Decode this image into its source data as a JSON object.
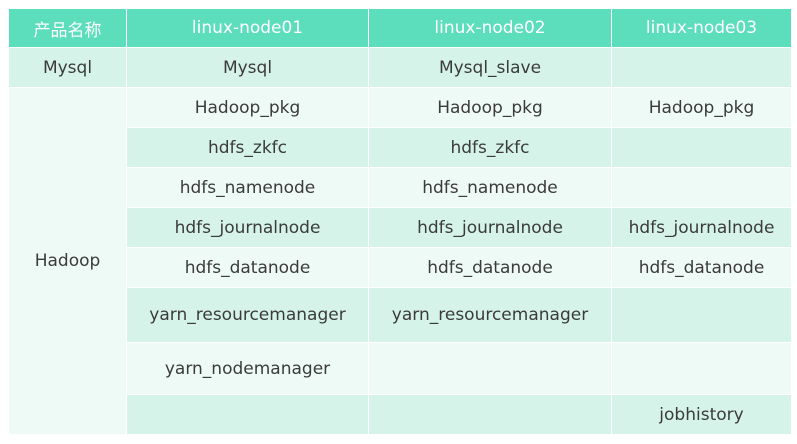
{
  "table": {
    "headers": [
      "产品名称",
      "linux-node01",
      "linux-node02",
      "linux-node03"
    ],
    "rows": [
      {
        "product": "Mysql",
        "cells": [
          "Mysql",
          "Mysql_slave",
          ""
        ]
      },
      {
        "product": "Hadoop",
        "cells": [
          "Hadoop_pkg",
          "Hadoop_pkg",
          "Hadoop_pkg"
        ]
      },
      {
        "product": "",
        "cells": [
          "hdfs_zkfc",
          "hdfs_zkfc",
          ""
        ]
      },
      {
        "product": "",
        "cells": [
          "hdfs_namenode",
          "hdfs_namenode",
          ""
        ]
      },
      {
        "product": "",
        "cells": [
          "hdfs_journalnode",
          "hdfs_journalnode",
          "hdfs_journalnode"
        ]
      },
      {
        "product": "",
        "cells": [
          "hdfs_datanode",
          "hdfs_datanode",
          "hdfs_datanode"
        ]
      },
      {
        "product": "",
        "cells": [
          "yarn_resourcemanager",
          "yarn_resourcemanager",
          ""
        ]
      },
      {
        "product": "",
        "cells": [
          "yarn_nodemanager",
          "",
          ""
        ]
      },
      {
        "product": "",
        "cells": [
          "",
          "",
          "jobhistory"
        ]
      }
    ]
  }
}
